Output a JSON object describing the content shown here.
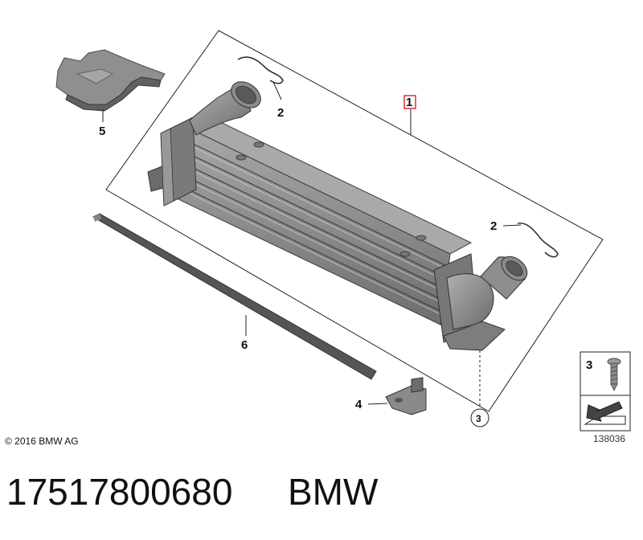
{
  "callouts": {
    "main_part": "1",
    "clip_top": "2",
    "clip_right": "2",
    "screw_circle": "3",
    "bracket": "4",
    "cover": "5",
    "seal": "6",
    "legend_screw": "3"
  },
  "copyright": "© 2016 BMW AG",
  "diagram_id": "138036",
  "part_number": "17517800680",
  "brand": "BMW",
  "colors": {
    "part_fill": "#8c8c8c",
    "part_dark": "#5f5f5f",
    "part_light": "#b4b4b4",
    "highlight_box": "#d0252b",
    "line": "#222222"
  }
}
